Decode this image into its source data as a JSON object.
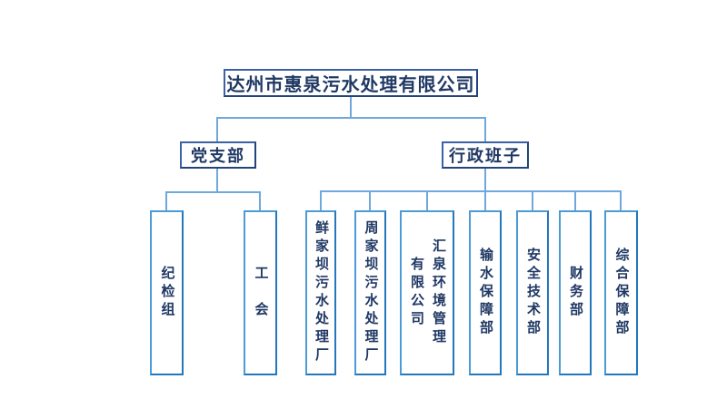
{
  "org_chart": {
    "root": {
      "label": "达州市惠泉污水处理有限公司"
    },
    "branches": [
      {
        "label": "党支部",
        "children": [
          {
            "label": "纪检组"
          },
          {
            "label": "工　会"
          }
        ]
      },
      {
        "label": "行政班子",
        "children": [
          {
            "label": "鲜家坝污水处理厂"
          },
          {
            "label": "周家坝污水处理厂"
          },
          {
            "label": "汇泉环境管理\n有限公司"
          },
          {
            "label": "输水保障部"
          },
          {
            "label": "安全技术部"
          },
          {
            "label": "财务部"
          },
          {
            "label": "综合保障部"
          }
        ]
      }
    ],
    "colors": {
      "text": "#1F3864",
      "root_branch_border": "#2F5597",
      "leaf_border": "#2E86C1",
      "connector": "#6FA8DC",
      "background": "#FFFFFF"
    }
  }
}
